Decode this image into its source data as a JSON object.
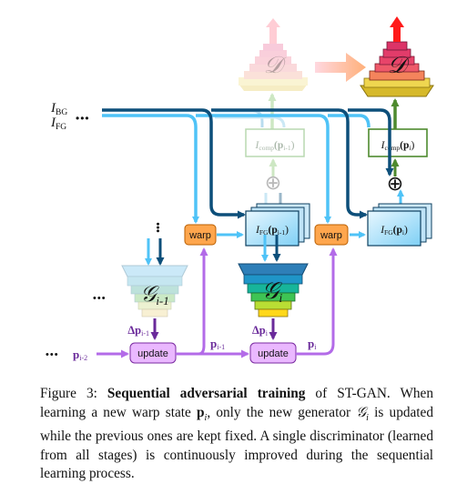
{
  "diagram": {
    "inputs": {
      "i_bg": "I",
      "i_bg_sub": "BG",
      "i_fg": "I",
      "i_fg_sub": "FG",
      "inputs_dots": "•••"
    },
    "discriminator": {
      "symbol": "𝒟"
    },
    "comp_faded": {
      "main": "I",
      "sub": "comp",
      "arg": "(p",
      "arg_sub": "i-1",
      "close": ")"
    },
    "comp_active": {
      "main": "I",
      "sub": "comp",
      "arg": "(p",
      "arg_sub": "i",
      "close": ")"
    },
    "fg_prev": {
      "main": "I",
      "sub": "FG",
      "arg": "(p",
      "arg_sub": "i-1",
      "close": ")"
    },
    "fg_curr": {
      "main": "I",
      "sub": "FG",
      "arg": "(p",
      "arg_sub": "i",
      "close": ")"
    },
    "warp_label": "warp",
    "update_label": "update",
    "generator_prev": {
      "symbol": "𝒢",
      "sub": "i-1"
    },
    "generator_curr": {
      "symbol": "𝒢",
      "sub": "i"
    },
    "delta_prev": {
      "main": "Δp",
      "sub": "i-1"
    },
    "delta_curr": {
      "main": "Δp",
      "sub": "i"
    },
    "p_start": {
      "main": "p",
      "sub": "i-2"
    },
    "p_mid": {
      "main": "p",
      "sub": "i-1"
    },
    "p_end": {
      "main": "p",
      "sub": "i"
    },
    "dots": "•••",
    "oplus": "⊕",
    "colors": {
      "cyan": "#4fc3f7",
      "dark_blue": "#0d4f7a",
      "purple": "#c27ef0",
      "green": "#4e8a2e",
      "warp_fill": "#ffa64d",
      "update_fill": "#eab8ff"
    }
  },
  "caption": {
    "figure": "Figure 3:",
    "bold_title": "Sequential adversarial training",
    "t1": " of ST-GAN. When learning a new warp state ",
    "p_sym": "p",
    "p_sub": "i",
    "t2": ", only the new generator ",
    "g_sym": "𝒢",
    "g_sub": "i",
    "t3": " is updated while the previous ones are kept fixed. A single discriminator (learned from all stages) is continuously improved during the sequential learning process."
  }
}
